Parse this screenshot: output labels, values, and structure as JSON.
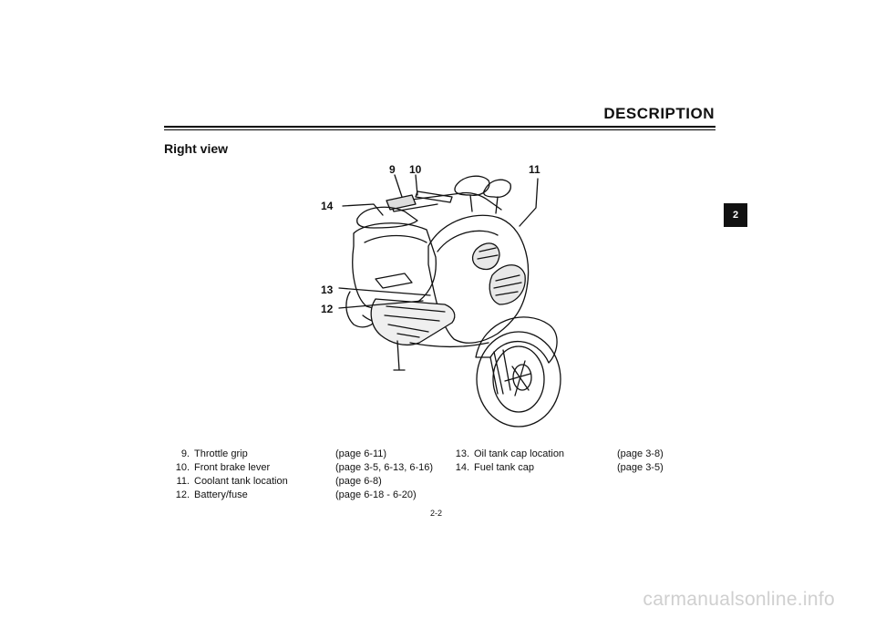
{
  "header": {
    "title": "DESCRIPTION"
  },
  "section": {
    "title": "Right view"
  },
  "chapter_tab": "2",
  "diagram": {
    "callouts": [
      "9",
      "10",
      "11",
      "14",
      "13",
      "12"
    ]
  },
  "legend": {
    "left": [
      {
        "num": "9.",
        "label": "Throttle grip",
        "page": "(page 6-11)"
      },
      {
        "num": "10.",
        "label": "Front brake lever",
        "page": "(page 3-5, 6-13, 6-16)"
      },
      {
        "num": "11.",
        "label": "Coolant tank location",
        "page": "(page 6-8)"
      },
      {
        "num": "12.",
        "label": "Battery/fuse",
        "page": "(page 6-18 - 6-20)"
      }
    ],
    "right": [
      {
        "num": "13.",
        "label": "Oil tank cap location",
        "page": "(page 3-8)"
      },
      {
        "num": "14.",
        "label": "Fuel tank cap",
        "page": "(page 3-5)"
      }
    ]
  },
  "footer": {
    "page_number": "2-2"
  },
  "watermark": "carmanualsonline.info"
}
